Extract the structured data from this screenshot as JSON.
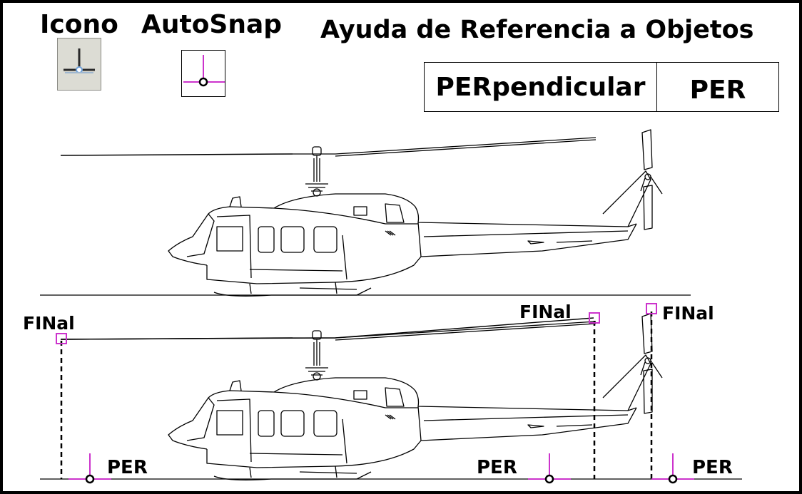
{
  "header": {
    "icon_label": "Icono",
    "autosnap_label": "AutoSnap",
    "title": "Ayuda de Referencia a Objetos"
  },
  "snap_table": {
    "name": "PERpendicular",
    "abbr": "PER"
  },
  "annotations": {
    "endpoint_left": "FINal",
    "endpoint_mid": "FINal",
    "endpoint_right": "FINal",
    "per_left": "PER",
    "per_mid": "PER",
    "per_right": "PER"
  },
  "colors": {
    "marker": "#cc33cc",
    "line": "#000000",
    "icon_bg": "#dcdcd4"
  },
  "icons": [
    "perpendicular-snap-icon",
    "autosnap-perpendicular-marker-icon",
    "endpoint-marker-icon"
  ]
}
